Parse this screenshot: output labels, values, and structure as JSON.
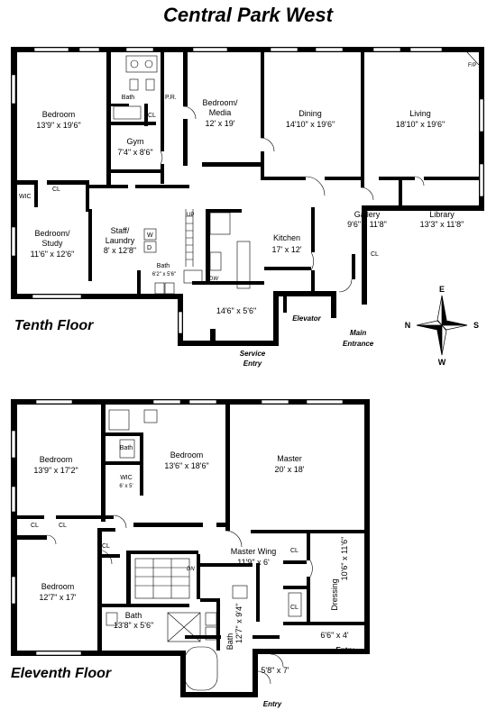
{
  "title": "Central Park West",
  "tenth_floor": {
    "label": "Tenth Floor",
    "rooms": {
      "bedroom1": {
        "name": "Bedroom",
        "dim": "13'9\" x 19'6\""
      },
      "bath": {
        "name": "Bath"
      },
      "pr": {
        "name": "P.R."
      },
      "cl_a": {
        "name": "CL"
      },
      "gym": {
        "name": "Gym",
        "dim": "7'4\" x 8'6\""
      },
      "bedroom_media": {
        "name1": "Bedroom/",
        "name2": "Media",
        "dim": "12' x 19'"
      },
      "dining": {
        "name": "Dining",
        "dim": "14'10\" x 19'6\""
      },
      "living": {
        "name": "Living",
        "dim": "18'10\" x 19'6\""
      },
      "fp": {
        "name": "F/P"
      },
      "wic": {
        "name": "WIC"
      },
      "cl_b": {
        "name": "CL"
      },
      "bedroom_study": {
        "name1": "Bedroom/",
        "name2": "Study",
        "dim": "11'6\" x 12'6\""
      },
      "staff": {
        "name1": "Staff/",
        "name2": "Laundry",
        "dim": "8' x 12'8\""
      },
      "w": {
        "name": "W"
      },
      "d": {
        "name": "D"
      },
      "up": {
        "name": "UP"
      },
      "staff_bath": {
        "name": "Bath",
        "dim": "6'2\" x 5'6\""
      },
      "kitchen": {
        "name": "Kitchen",
        "dim": "17' x 12'"
      },
      "dw": {
        "name": "DW"
      },
      "pantry": {
        "dim": "14'6\" x 5'6\""
      },
      "gallery": {
        "name": "Gallery",
        "dim": "9'6\" x 11'8\""
      },
      "library": {
        "name": "Library",
        "dim": "13'3\" x 11'8\""
      },
      "cl_c": {
        "name": "CL"
      },
      "elevator": {
        "name": "Elevator"
      },
      "main_entrance": {
        "line1": "Main",
        "line2": "Entrance"
      },
      "service_entry": {
        "line1": "Service",
        "line2": "Entry"
      }
    }
  },
  "compass": {
    "n": "N",
    "s": "S",
    "e": "E",
    "w": "W"
  },
  "eleventh_floor": {
    "label": "Eleventh Floor",
    "rooms": {
      "bedroom1": {
        "name": "Bedroom",
        "dim": "13'9\" x 17'2\""
      },
      "bath_a": {
        "name": "Bath"
      },
      "wic": {
        "name": "WIC",
        "dim": "6' x 5'"
      },
      "bedroom2": {
        "name": "Bedroom",
        "dim": "13'6\" x 18'6\""
      },
      "master": {
        "name": "Master",
        "dim": "20' x 18'"
      },
      "cl1": {
        "name": "CL"
      },
      "cl2": {
        "name": "CL"
      },
      "cl3": {
        "name": "CL"
      },
      "cl4": {
        "name": "CL"
      },
      "cl5": {
        "name": "CL"
      },
      "master_wing": {
        "name": "Master Wing",
        "dim": "11'9\" x 6'"
      },
      "dn": {
        "name": "DN"
      },
      "dressing": {
        "name": "Dressing",
        "dim": "10'6\" x 11'6\""
      },
      "bedroom3": {
        "name": "Bedroom",
        "dim": "12'7\" x 17'"
      },
      "bath_b": {
        "name": "Bath",
        "dim": "13'8\" x 5'6\""
      },
      "bath_c": {
        "name": "Bath",
        "dim": "12'7\" x 9'4\""
      },
      "foyer": {
        "dim": "6'6\" x 4'"
      },
      "entry_r": {
        "name": "Entry"
      },
      "vest": {
        "dim": "5'8\" x 7'"
      },
      "entry_b": {
        "name": "Entry"
      }
    }
  }
}
